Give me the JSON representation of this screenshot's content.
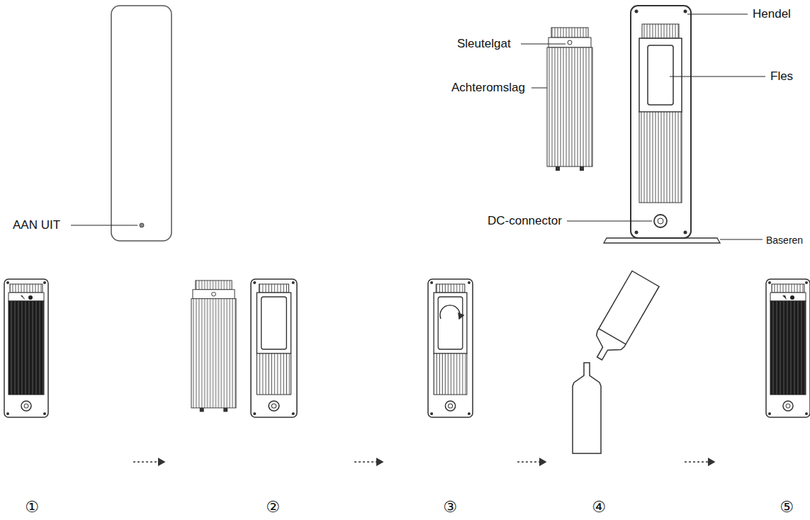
{
  "diagram": {
    "labels": [
      "AAN UIT",
      "Sleutelgat",
      "Hendel",
      "Achteromslag",
      "Fles",
      "DC-connector",
      "Baseren",
      "①",
      "②",
      "③",
      "④",
      "⑤"
    ]
  }
}
